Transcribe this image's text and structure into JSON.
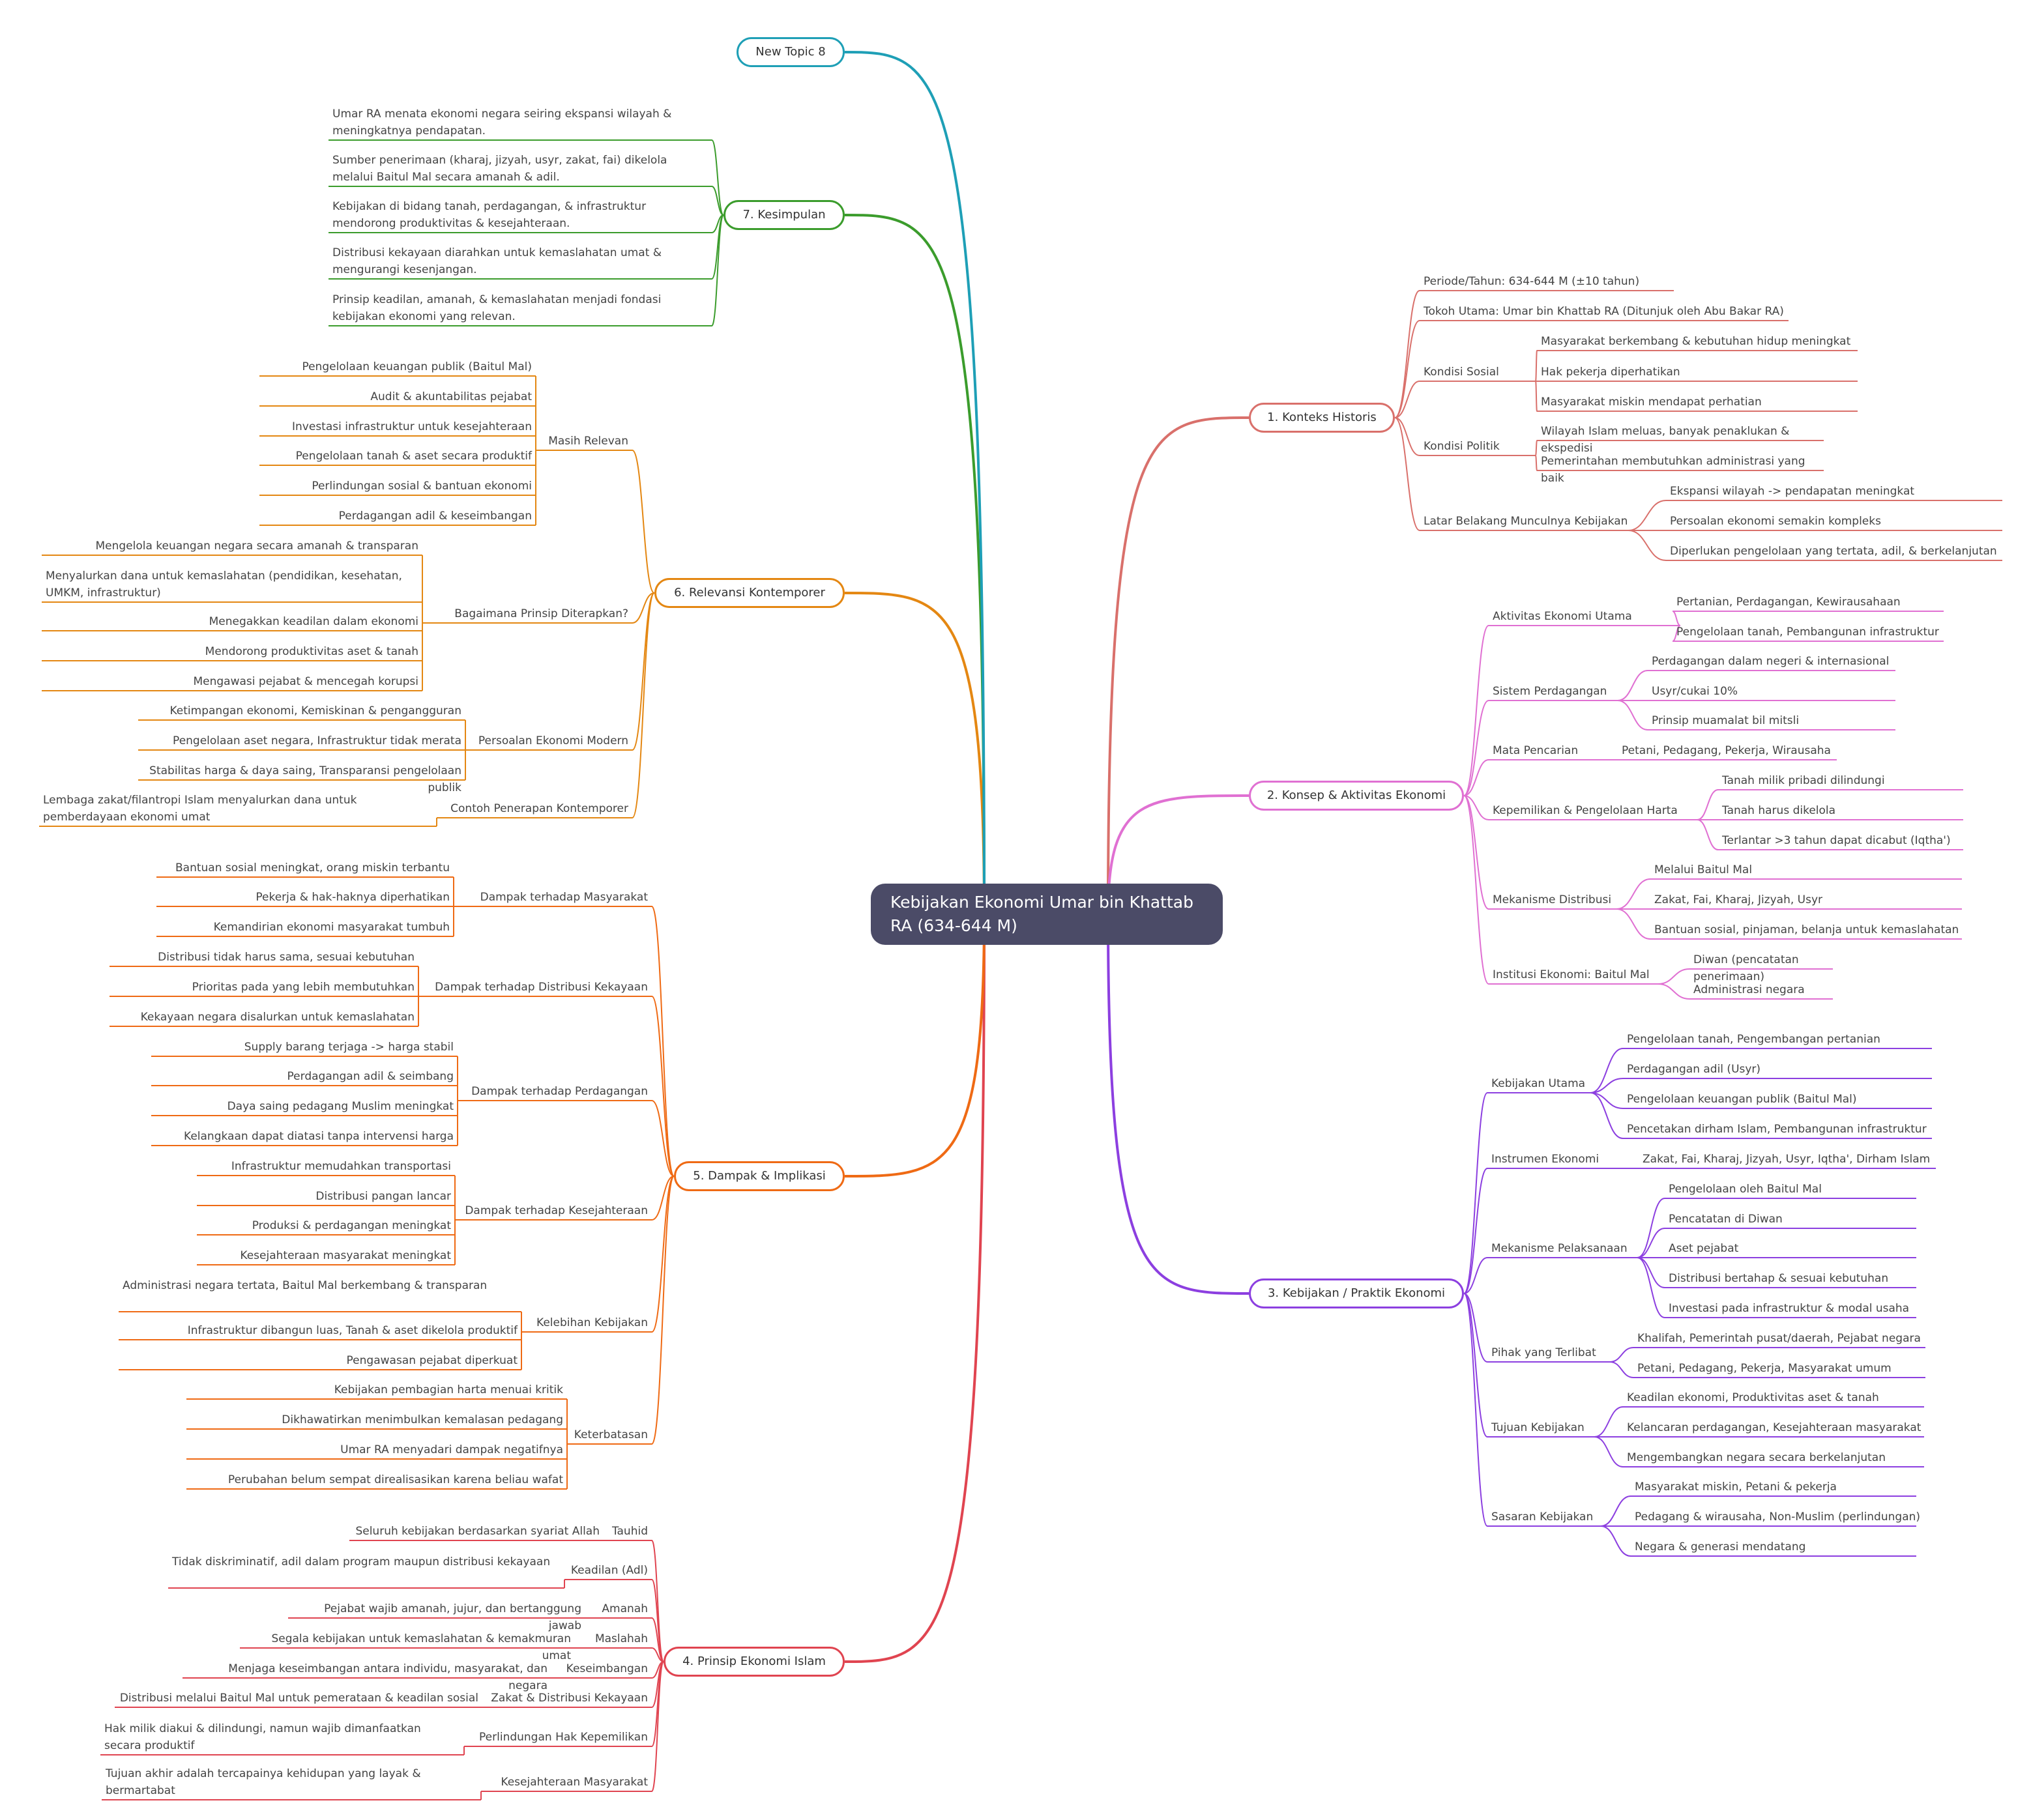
{
  "colors": {
    "root_bg": "#4b4b67",
    "root_text": "#ffffff",
    "text": "#444444",
    "konteks": "#d9706b",
    "konsep": "#e070d2",
    "kebijakan": "#8c3fe0",
    "prinsip": "#e04450",
    "dampak": "#ef6a14",
    "relevansi": "#e48712",
    "kesimpulan": "#3b9c2c",
    "newtopic": "#1e9fb6"
  },
  "root": {
    "title": "Kebijakan Ekonomi Umar bin Khattab RA (634-644 M)"
  },
  "branches": {
    "konteks": {
      "label": "1. Konteks Historis",
      "periode": "Periode/Tahun: 634-644 M (±10 tahun)",
      "tokoh": "Tokoh Utama: Umar bin Khattab RA (Ditunjuk oleh Abu Bakar RA)",
      "sosial": {
        "label": "Kondisi Sosial",
        "items": [
          "Masyarakat berkembang & kebutuhan hidup meningkat",
          "Hak pekerja diperhatikan",
          "Masyarakat miskin mendapat perhatian"
        ]
      },
      "politik": {
        "label": "Kondisi Politik",
        "items": [
          "Wilayah Islam meluas, banyak penaklukan & ekspedisi",
          "Pemerintahan membutuhkan administrasi yang baik"
        ]
      },
      "latar": {
        "label": "Latar Belakang Munculnya Kebijakan",
        "items": [
          "Ekspansi wilayah -> pendapatan meningkat",
          "Persoalan ekonomi semakin kompleks",
          "Diperlukan pengelolaan yang tertata, adil, & berkelanjutan"
        ]
      }
    },
    "konsep": {
      "label": "2. Konsep & Aktivitas Ekonomi",
      "aktivitas": {
        "label": "Aktivitas Ekonomi Utama",
        "items": [
          "Pertanian, Perdagangan, Kewirausahaan",
          "Pengelolaan tanah, Pembangunan infrastruktur"
        ]
      },
      "sistem": {
        "label": "Sistem Perdagangan",
        "items": [
          "Perdagangan dalam negeri & internasional",
          "Usyr/cukai 10%",
          "Prinsip muamalat bil mitsli"
        ]
      },
      "mata": {
        "label": "Mata Pencarian",
        "items": [
          "Petani, Pedagang, Pekerja, Wirausaha"
        ]
      },
      "kepemilikan": {
        "label": "Kepemilikan & Pengelolaan Harta",
        "items": [
          "Tanah milik pribadi dilindungi",
          "Tanah harus dikelola",
          "Terlantar >3 tahun dapat dicabut (Iqtha')"
        ]
      },
      "distribusi": {
        "label": "Mekanisme Distribusi",
        "items": [
          "Melalui Baitul Mal",
          "Zakat, Fai, Kharaj, Jizyah, Usyr",
          "Bantuan sosial, pinjaman, belanja untuk kemaslahatan"
        ]
      },
      "institusi": {
        "label": "Institusi Ekonomi: Baitul Mal",
        "items": [
          "Diwan (pencatatan penerimaan)",
          "Administrasi negara"
        ]
      }
    },
    "kebijakan": {
      "label": "3. Kebijakan / Praktik Ekonomi",
      "utama": {
        "label": "Kebijakan Utama",
        "items": [
          "Pengelolaan tanah, Pengembangan pertanian",
          "Perdagangan adil (Usyr)",
          "Pengelolaan keuangan publik (Baitul Mal)",
          "Pencetakan dirham Islam, Pembangunan infrastruktur"
        ]
      },
      "instrumen": {
        "label": "Instrumen Ekonomi",
        "items": [
          "Zakat, Fai, Kharaj, Jizyah, Usyr, Iqtha', Dirham Islam"
        ]
      },
      "mekanisme": {
        "label": "Mekanisme Pelaksanaan",
        "items": [
          "Pengelolaan oleh Baitul Mal",
          "Pencatatan di Diwan",
          "Aset pejabat",
          "Distribusi bertahap & sesuai kebutuhan",
          "Investasi pada infrastruktur & modal usaha"
        ]
      },
      "pihak": {
        "label": "Pihak yang Terlibat",
        "items": [
          "Khalifah, Pemerintah pusat/daerah, Pejabat negara",
          "Petani, Pedagang, Pekerja, Masyarakat umum"
        ]
      },
      "tujuan": {
        "label": "Tujuan Kebijakan",
        "items": [
          "Keadilan ekonomi, Produktivitas aset & tanah",
          "Kelancaran perdagangan, Kesejahteraan masyarakat",
          "Mengembangkan negara secara berkelanjutan"
        ]
      },
      "sasaran": {
        "label": "Sasaran Kebijakan",
        "items": [
          "Masyarakat miskin, Petani & pekerja",
          "Pedagang & wirausaha, Non-Muslim (perlindungan)",
          "Negara & generasi mendatang"
        ]
      }
    },
    "prinsip": {
      "label": "4. Prinsip Ekonomi Islam",
      "pairs": [
        {
          "label": "Tauhid",
          "desc": "Seluruh kebijakan berdasarkan syariat Allah"
        },
        {
          "label": "Keadilan (Adl)",
          "desc": "Tidak diskriminatif, adil dalam program maupun distribusi kekayaan"
        },
        {
          "label": "Amanah",
          "desc": "Pejabat wajib amanah, jujur, dan bertanggung jawab"
        },
        {
          "label": "Maslahah",
          "desc": "Segala kebijakan untuk kemaslahatan & kemakmuran umat"
        },
        {
          "label": "Keseimbangan",
          "desc": "Menjaga keseimbangan antara individu, masyarakat, dan negara"
        },
        {
          "label": "Zakat & Distribusi Kekayaan",
          "desc": "Distribusi melalui Baitul Mal untuk pemerataan & keadilan sosial"
        },
        {
          "label": "Perlindungan Hak Kepemilikan",
          "desc": "Hak milik diakui & dilindungi, namun wajib dimanfaatkan secara produktif"
        },
        {
          "label": "Kesejahteraan Masyarakat",
          "desc": "Tujuan akhir adalah tercapainya kehidupan yang layak & bermartabat"
        }
      ]
    },
    "dampak": {
      "label": "5. Dampak & Implikasi",
      "masyarakat": {
        "label": "Dampak terhadap Masyarakat",
        "items": [
          "Bantuan sosial meningkat, orang miskin terbantu",
          "Pekerja & hak-haknya diperhatikan",
          "Kemandirian ekonomi masyarakat tumbuh"
        ]
      },
      "distribusi": {
        "label": "Dampak terhadap Distribusi Kekayaan",
        "items": [
          "Distribusi tidak harus sama, sesuai kebutuhan",
          "Prioritas pada yang lebih membutuhkan",
          "Kekayaan negara disalurkan untuk kemaslahatan"
        ]
      },
      "perdagangan": {
        "label": "Dampak terhadap Perdagangan",
        "items": [
          "Supply barang terjaga -> harga stabil",
          "Perdagangan adil & seimbang",
          "Daya saing pedagang Muslim meningkat",
          "Kelangkaan dapat diatasi tanpa intervensi harga"
        ]
      },
      "kesejahteraan": {
        "label": "Dampak terhadap Kesejahteraan",
        "items": [
          "Infrastruktur memudahkan transportasi",
          "Distribusi pangan lancar",
          "Produksi & perdagangan meningkat",
          "Kesejahteraan masyarakat meningkat"
        ]
      },
      "kelebihan": {
        "label": "Kelebihan Kebijakan",
        "items": [
          "Administrasi negara tertata, Baitul Mal berkembang & transparan",
          "Infrastruktur dibangun luas, Tanah & aset dikelola produktif",
          "Pengawasan pejabat diperkuat"
        ]
      },
      "keterbatasan": {
        "label": "Keterbatasan",
        "items": [
          "Kebijakan pembagian harta menuai kritik",
          "Dikhawatirkan menimbulkan kemalasan pedagang",
          "Umar RA menyadari dampak negatifnya",
          "Perubahan belum sempat direalisasikan karena beliau wafat"
        ]
      }
    },
    "relevansi": {
      "label": "6. Relevansi Kontemporer",
      "masih": {
        "label": "Masih Relevan",
        "items": [
          "Pengelolaan keuangan publik (Baitul Mal)",
          "Audit & akuntabilitas pejabat",
          "Investasi infrastruktur untuk kesejahteraan",
          "Pengelolaan tanah & aset secara produktif",
          "Perlindungan sosial & bantuan ekonomi",
          "Perdagangan adil & keseimbangan"
        ]
      },
      "bagaimana": {
        "label": "Bagaimana Prinsip Diterapkan?",
        "items": [
          "Mengelola keuangan negara secara amanah & transparan",
          "Menyalurkan dana untuk kemaslahatan (pendidikan, kesehatan, UMKM, infrastruktur)",
          "Menegakkan keadilan dalam ekonomi",
          "Mendorong produktivitas aset & tanah",
          "Mengawasi pejabat & mencegah korupsi"
        ]
      },
      "persoalan": {
        "label": "Persoalan Ekonomi Modern",
        "items": [
          "Ketimpangan ekonomi, Kemiskinan & pengangguran",
          "Pengelolaan aset negara, Infrastruktur tidak merata",
          "Stabilitas harga & daya saing, Transparansi pengelolaan publik"
        ]
      },
      "contoh": {
        "label": "Contoh Penerapan Kontemporer",
        "items": [
          "Lembaga zakat/filantropi Islam menyalurkan dana untuk pemberdayaan ekonomi umat"
        ]
      }
    },
    "kesimpulan": {
      "label": "7. Kesimpulan",
      "items": [
        "Umar RA menata ekonomi negara seiring ekspansi wilayah & meningkatnya pendapatan.",
        "Sumber penerimaan (kharaj, jizyah, usyr, zakat, fai) dikelola melalui Baitul Mal secara amanah & adil.",
        "Kebijakan di bidang tanah, perdagangan, & infrastruktur mendorong produktivitas & kesejahteraan.",
        "Distribusi kekayaan diarahkan untuk kemaslahatan umat & mengurangi kesenjangan.",
        "Prinsip keadilan, amanah, & kemaslahatan menjadi fondasi kebijakan ekonomi yang relevan."
      ]
    },
    "newtopic": {
      "label": "New Topic 8"
    }
  }
}
